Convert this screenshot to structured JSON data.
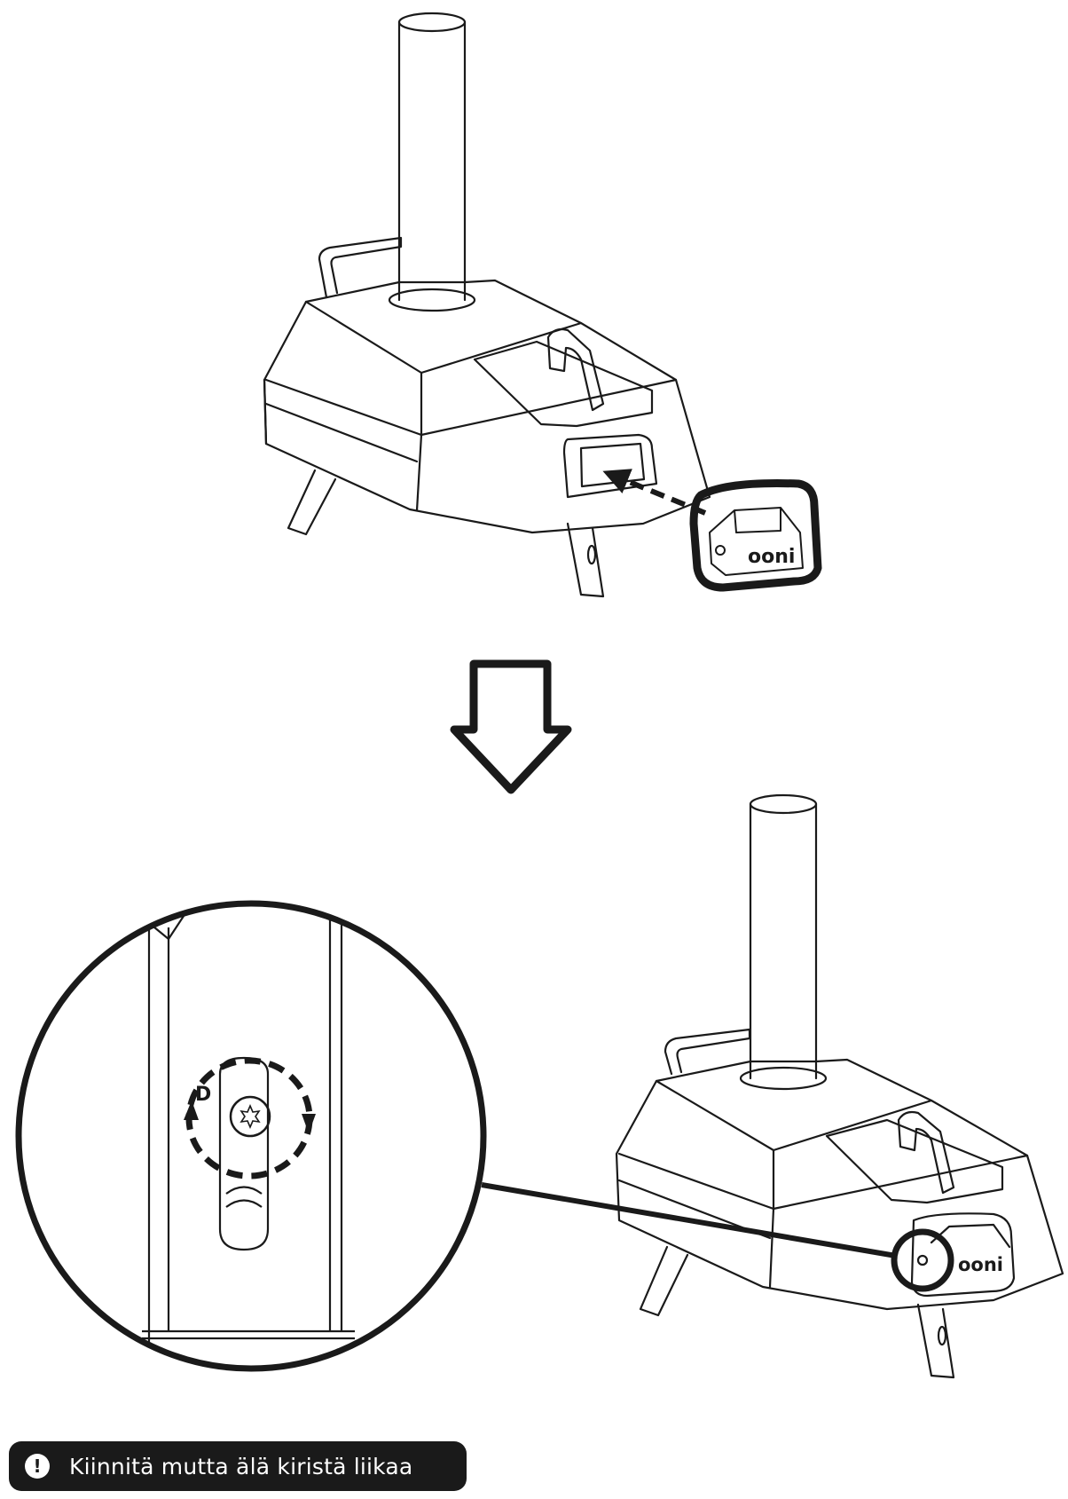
{
  "top_panel": {
    "cap_logo": "ooni"
  },
  "bottom_panel": {
    "cap_logo": "ooni"
  },
  "detail": {
    "rotation_label": "D"
  },
  "warning": {
    "text": "Kiinnitä mutta älä kiristä liikaa"
  },
  "colors": {
    "line": "#1a1a1a",
    "background": "#ffffff"
  },
  "icons": {
    "warning": "exclamation-icon",
    "step_arrow": "down-arrow-icon"
  }
}
